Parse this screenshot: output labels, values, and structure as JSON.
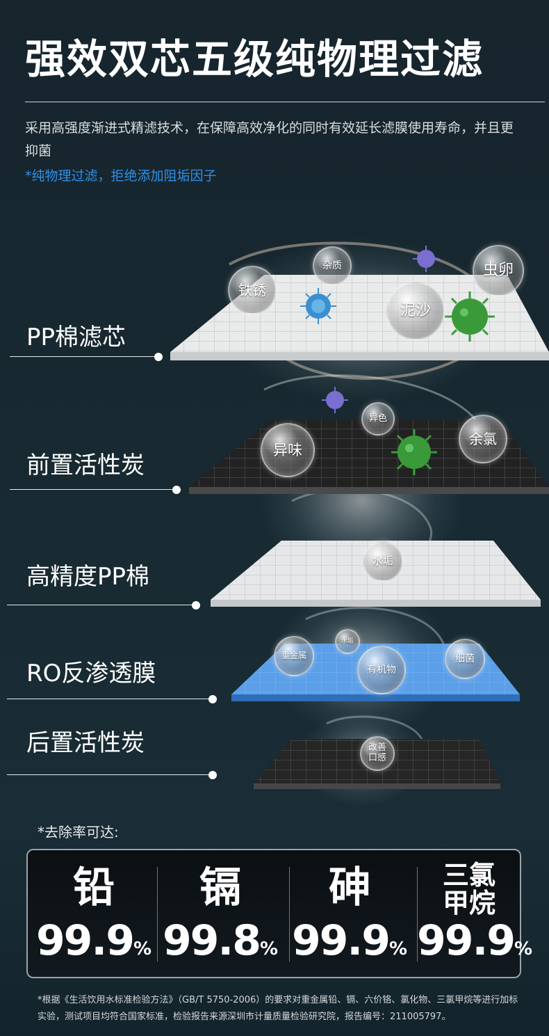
{
  "header": {
    "title": "强效双芯五级纯物理过滤",
    "description": "采用高强度渐进式精滤技术，在保障高效净化的同时有效延长滤膜使用寿命，并且更抑菌",
    "note": "*纯物理过滤，拒绝添加阻垢因子"
  },
  "layers": [
    {
      "label": "PP棉滤芯",
      "bubbles": [
        "铁锈",
        "杂质",
        "泥沙",
        "虫卵"
      ]
    },
    {
      "label": "前置活性炭",
      "bubbles": [
        "异色",
        "异味",
        "余氯"
      ]
    },
    {
      "label": "高精度PP棉",
      "bubbles": [
        "水垢"
      ]
    },
    {
      "label": "RO反渗透膜",
      "bubbles": [
        "重金属",
        "水垢",
        "有机物",
        "细菌"
      ]
    },
    {
      "label": "后置活性炭",
      "bubbles": [
        "改善口感"
      ]
    }
  ],
  "removal": {
    "caption": "*去除率可达:",
    "stats": [
      {
        "name": "铅",
        "value": "99.9",
        "unit": "%"
      },
      {
        "name": "镉",
        "value": "99.8",
        "unit": "%"
      },
      {
        "name": "砷",
        "value": "99.9",
        "unit": "%"
      },
      {
        "name": "三氯甲烷",
        "name_line1": "三氯",
        "name_line2": "甲烷",
        "value": "99.9",
        "unit": "%"
      }
    ]
  },
  "footnote": "*根据《生活饮用水标准检验方法》（GB/T 5750-2006）的要求对重金属铅、镉、六价铬、氯化物、三氯甲烷等进行加标实验，测试项目均符合国家标准，检验报告来源深圳市计量质量检验研究院，报告编号：211005797。",
  "colors": {
    "background": "#182a32",
    "accent_blue": "#2f8fe8",
    "ro_membrane": "#4a90e2",
    "virus_green": "#3a9a3a",
    "virus_blue": "#3a8fd0",
    "virus_purple": "#7a6fd0"
  },
  "icons": [
    "virus-icon",
    "water-swirl-icon"
  ]
}
